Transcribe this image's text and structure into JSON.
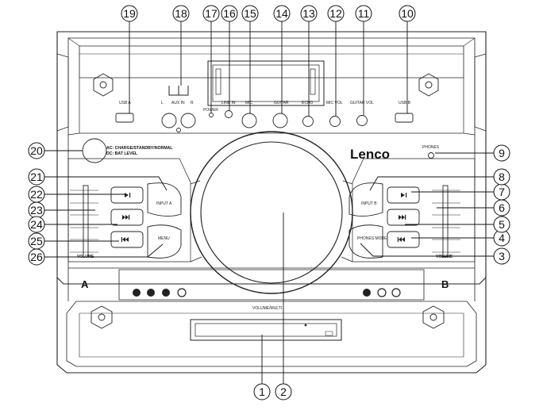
{
  "callouts": [
    "1",
    "2",
    "3",
    "4",
    "5",
    "6",
    "7",
    "8",
    "9",
    "10",
    "11",
    "12",
    "13",
    "14",
    "15",
    "16",
    "17",
    "18",
    "19",
    "20",
    "21",
    "22",
    "23",
    "24",
    "25",
    "26"
  ],
  "labels": {
    "usb_a": "USB A",
    "aux_in": "AUX IN",
    "aux_l": "L",
    "aux_r": "R",
    "power": "POWER",
    "line_in": "LINE IN",
    "mic": "MIC",
    "guitar": "GUITAR",
    "echo": "ECHO",
    "mic_vol": "MIC VOL",
    "guitar_vol": "GUITAR VOL",
    "usb_b": "USB B",
    "charge_line1": "AC: CHARGE/STANDBY/NORMAL",
    "charge_line2": "DC: BAT LEVEL",
    "brand": "Lenco",
    "phones": "PHONES",
    "input_a": "INPUT A",
    "menu": "MENU",
    "input_b": "INPUT B",
    "phones_mode": "PHONES MODE",
    "volume_left": "VOLUME",
    "volume_right": "VOLUME",
    "deck_a": "A",
    "deck_b": "B",
    "volume_multi": "VOLUME/MULTI"
  },
  "icons": {
    "play_pause": "play-pause-icon",
    "next": "next-track-icon",
    "previous": "previous-track-icon",
    "bluetooth": "bluetooth-icon",
    "fm": "fm-icon",
    "aux": "aux-icon",
    "usb": "usb-icon",
    "dj": "dj-icon",
    "line": "line-icon",
    "light": "light-icon"
  }
}
